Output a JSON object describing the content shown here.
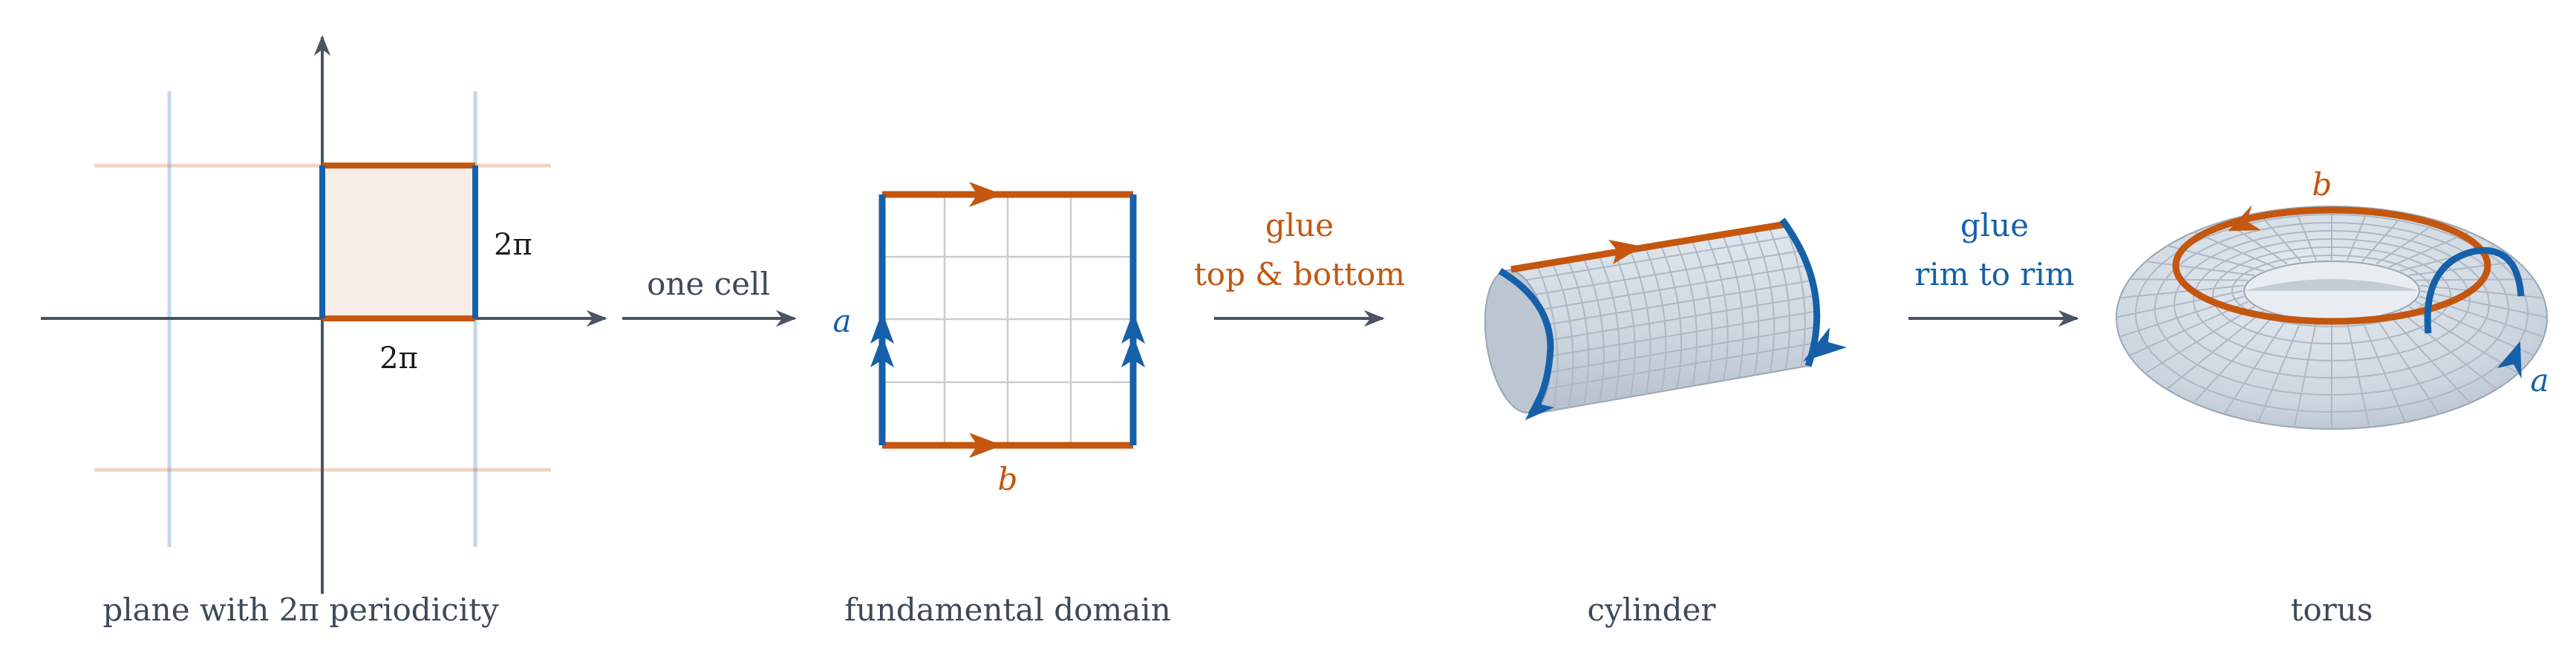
{
  "colors": {
    "orange": "#c4560f",
    "blue": "#1560a8",
    "axis": "#4a5563",
    "grid": "#bfc3c8",
    "cell_fill": "#f7ece6",
    "surface": "#d3dbe5",
    "surface_line": "#aeb8c5"
  },
  "panels": {
    "plane": {
      "caption": "plane with 2π periodicity",
      "width_label": "2π",
      "height_label": "2π"
    },
    "arrow1": {
      "label": "one cell"
    },
    "domain": {
      "caption": "fundamental domain",
      "left_edge_label": "a",
      "bottom_edge_label": "b"
    },
    "arrow2": {
      "line1": "glue",
      "line2": "top & bottom"
    },
    "cylinder": {
      "caption": "cylinder"
    },
    "arrow3": {
      "line1": "glue",
      "line2": "rim to rim"
    },
    "torus": {
      "caption": "torus",
      "b_label": "b",
      "a_label": "a"
    }
  }
}
